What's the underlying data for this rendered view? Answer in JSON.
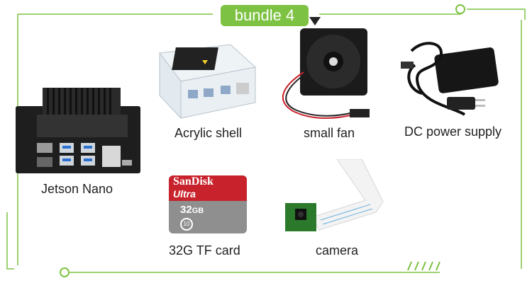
{
  "banner": {
    "title": "bundle 4"
  },
  "items": {
    "jetson_nano": "Jetson Nano",
    "acrylic_shell": "Acrylic shell",
    "small_fan": "small fan",
    "dc_power_supply": "DC power supply",
    "tf_card": "32G TF card",
    "camera": "camera"
  },
  "sdcard": {
    "brand": "SanDisk",
    "line": "Ultra",
    "capacity": "32",
    "unit": "GB",
    "class": "10"
  },
  "colors": {
    "accent": "#7dc242",
    "sd_red": "#c8232c",
    "sd_gray": "#8f8f8f"
  }
}
